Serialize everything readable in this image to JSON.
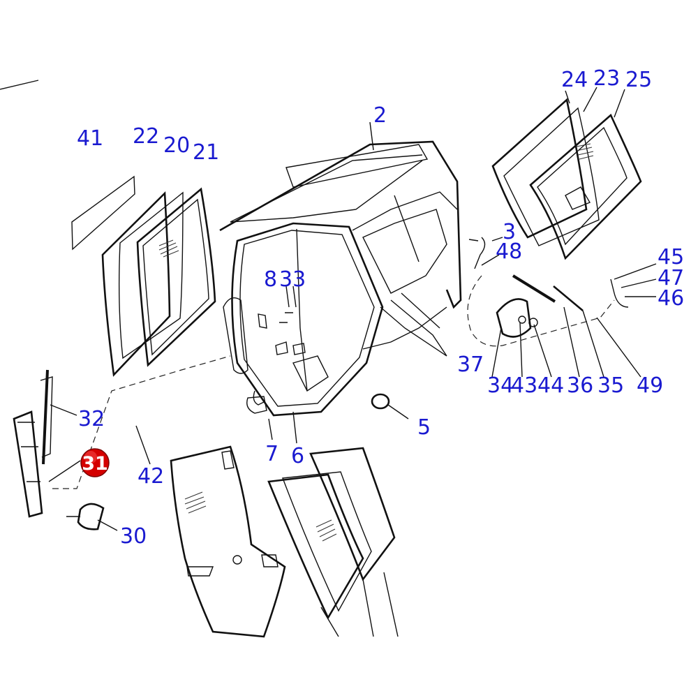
{
  "labels": {
    "l2": "2",
    "l3": "3",
    "l48": "48",
    "l5": "5",
    "l6": "6",
    "l7": "7",
    "l8": "8",
    "l33": "33",
    "l20": "20",
    "l21": "21",
    "l22": "22",
    "l41": "41",
    "l23": "23",
    "l24": "24",
    "l25": "25",
    "l45": "45",
    "l47": "47",
    "l46": "46",
    "l37": "37",
    "l34": "34",
    "l43": "43",
    "l44": "44",
    "l36": "36",
    "l35": "35",
    "l49": "49",
    "l32": "32",
    "l31": "31",
    "l42": "42",
    "l30": "30"
  },
  "colors": {
    "label": "#1a1ad0",
    "highlight": "#d40000"
  }
}
